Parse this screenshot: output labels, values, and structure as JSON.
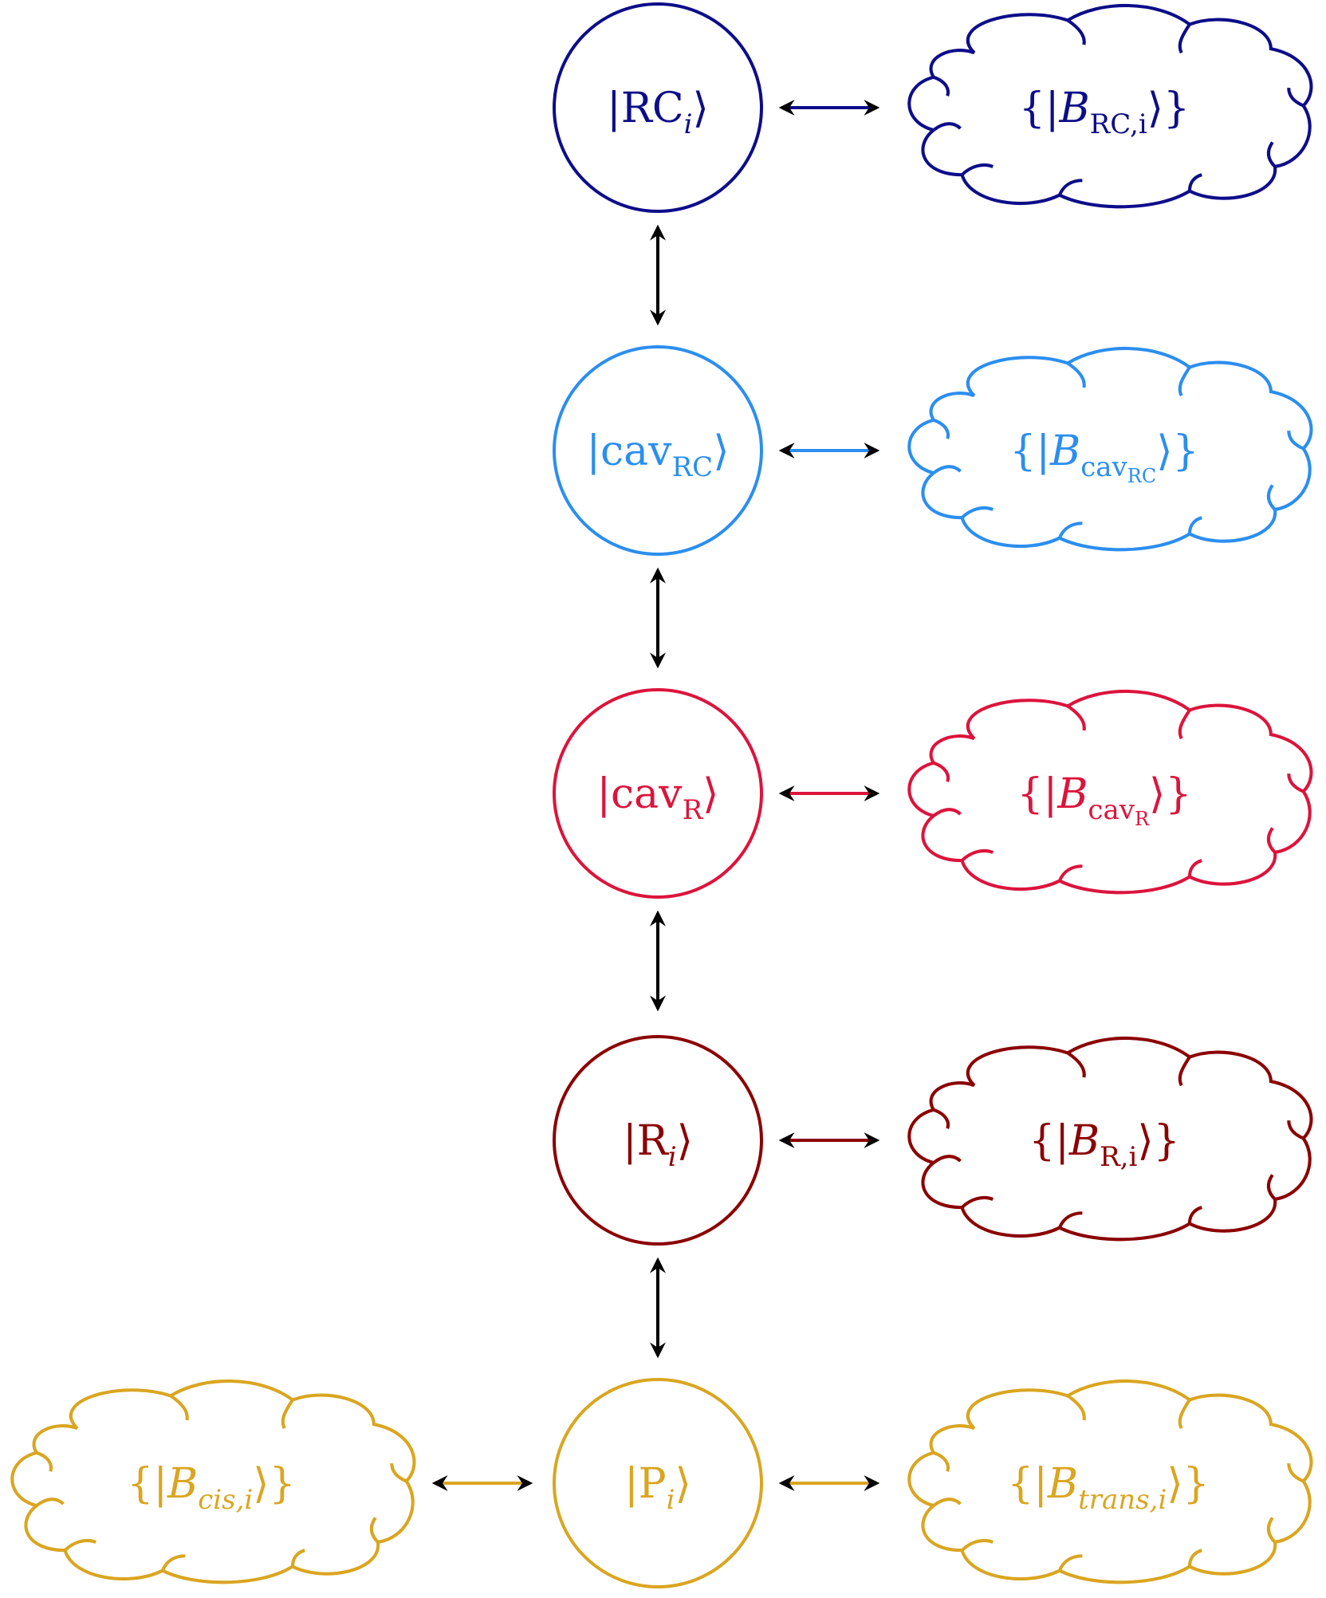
{
  "colors": {
    "rc": "#0d0d8a",
    "cav_rc": "#2b8ef0",
    "cav_r": "#dc143c",
    "r": "#8b0000",
    "p": "#daa520",
    "coupling": "#000000"
  },
  "nodes": [
    {
      "key": "rc",
      "main": "RC",
      "sub": "i"
    },
    {
      "key": "cav_rc",
      "main": "cav",
      "sub": "RC"
    },
    {
      "key": "cav_r",
      "main": "cav",
      "sub": "R"
    },
    {
      "key": "r",
      "main": "R",
      "sub": "i"
    },
    {
      "key": "p",
      "main": "P",
      "sub": "i"
    }
  ],
  "baths": [
    {
      "key": "rc",
      "sub": "RC,i"
    },
    {
      "key": "cav_rc",
      "sub": "cav",
      "subsub": "RC"
    },
    {
      "key": "cav_r",
      "sub": "cav",
      "subsub": "R"
    },
    {
      "key": "r",
      "sub": "R,i"
    },
    {
      "key": "p_trans",
      "sub": "trans,i"
    },
    {
      "key": "p_cis",
      "sub": "cis,i"
    }
  ]
}
